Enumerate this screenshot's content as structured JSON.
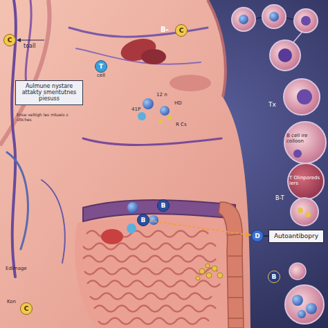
{
  "diagram": {
    "nodes": [
      {
        "text": [
          "C"
        ]
      },
      {
        "text": [
          "C"
        ]
      },
      {
        "text": [
          "T",
          "cell"
        ]
      },
      {
        "text": [
          "Aulmune nystare attakty smentutnes piesuss"
        ]
      },
      {
        "text": [
          "B"
        ]
      },
      {
        "text": [
          "B"
        ]
      },
      {
        "text": [
          "D"
        ]
      },
      {
        "text": [
          "Autoantibopry"
        ]
      },
      {
        "text": [
          "B"
        ]
      },
      {
        "text": [
          "C"
        ]
      }
    ],
    "edges": [
      {
        "from": 6,
        "to": 7,
        "arrow": "none"
      },
      {
        "from": 5,
        "to": 6,
        "arrow": "to"
      }
    ],
    "labels": [
      "toall",
      "B-",
      "Ense veltigh les mtueis s sttches",
      "12 n",
      "HD",
      "41P",
      "R Cs",
      "B cell ire colloon",
      "Tx",
      "T Olinporeds lers",
      "B-T",
      "Edimage",
      "Kon"
    ]
  }
}
